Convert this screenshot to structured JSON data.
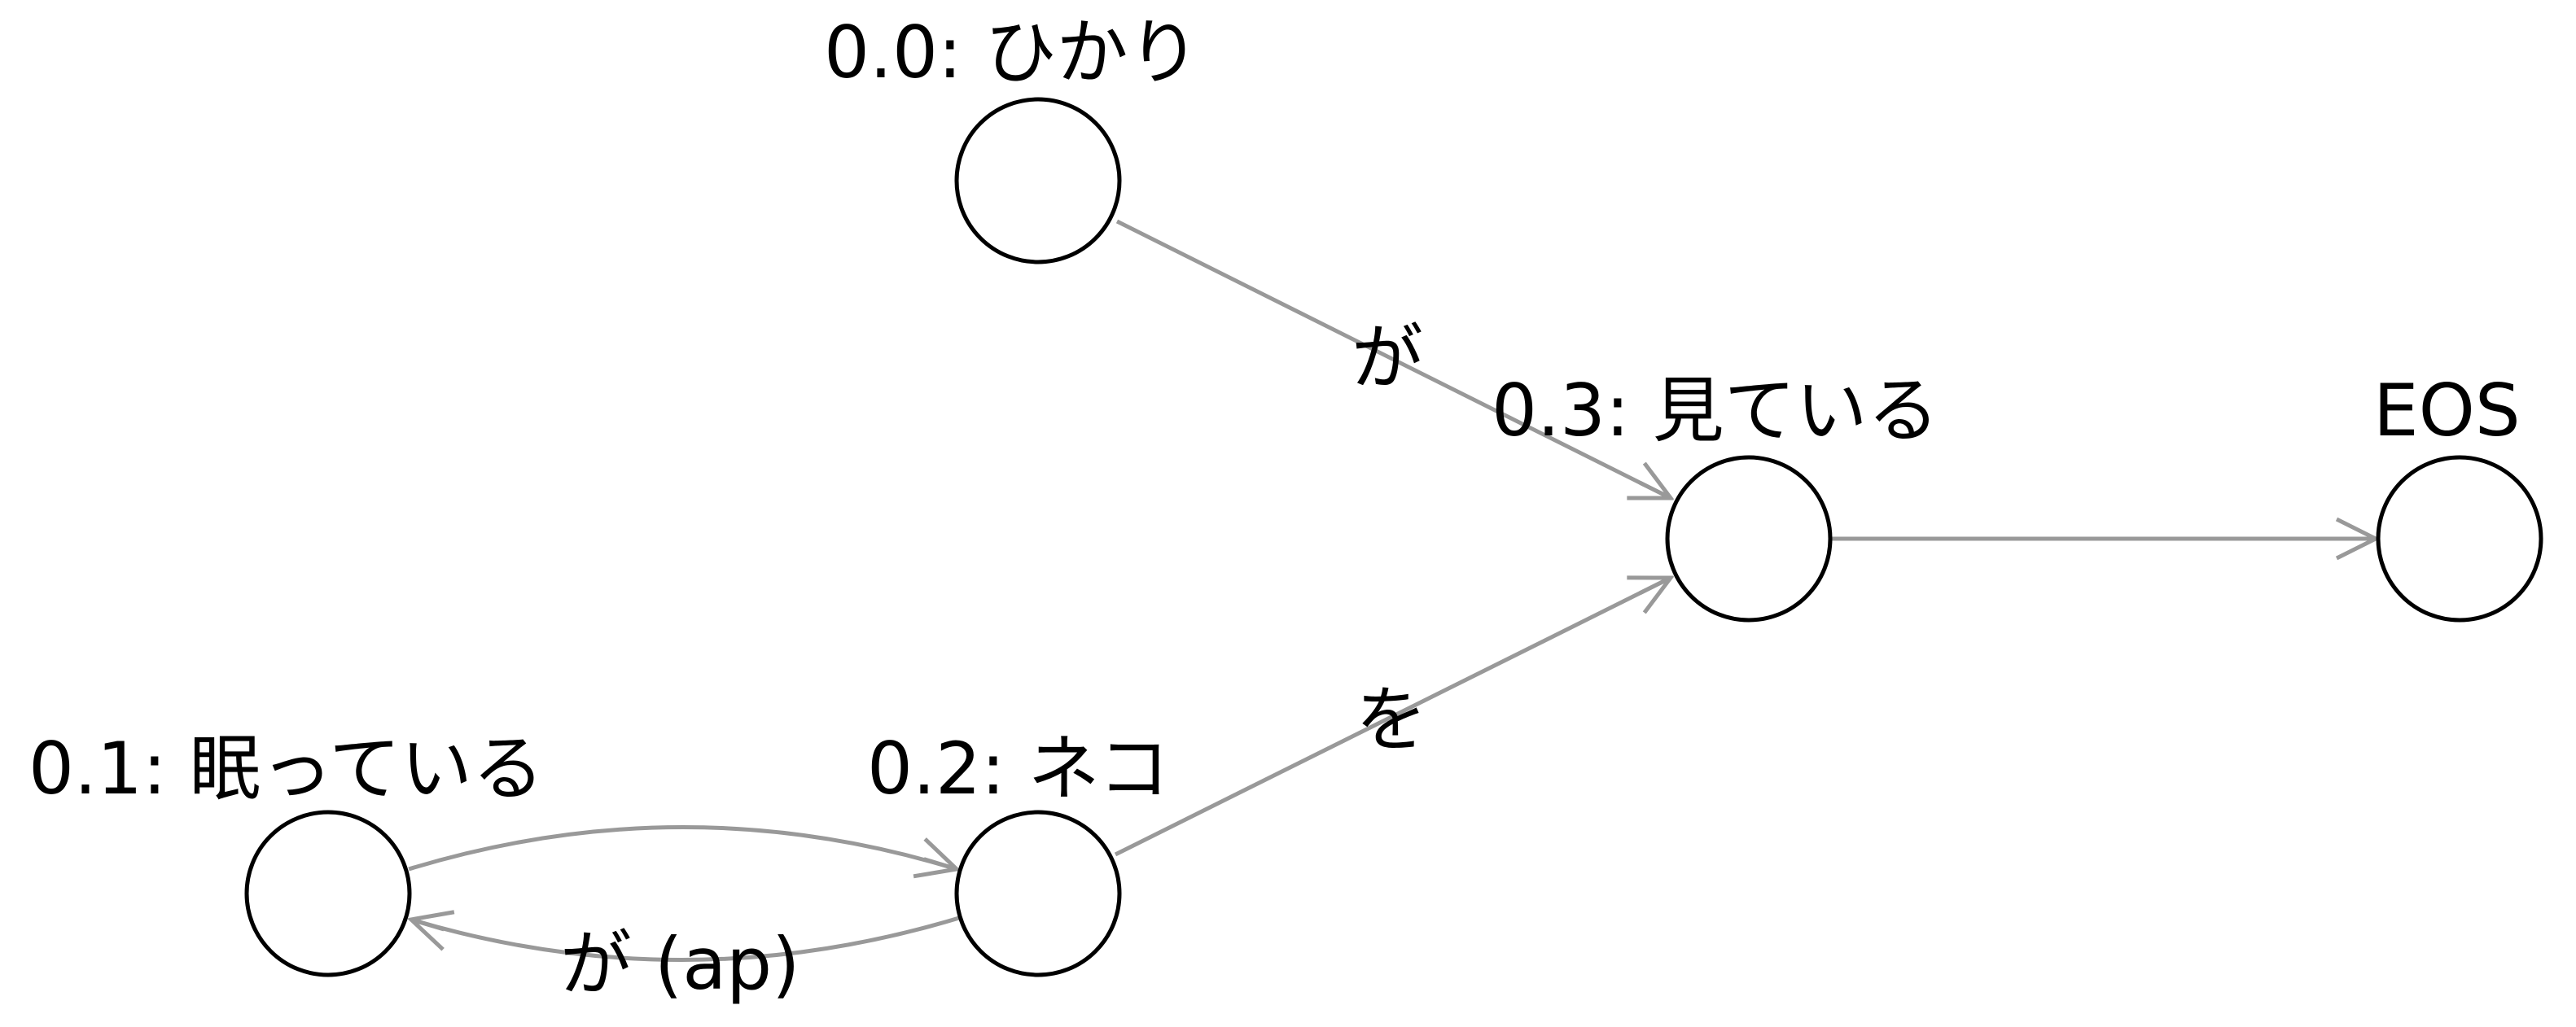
{
  "graph": {
    "nodes": [
      {
        "id": "n00",
        "label": "0.0: ひかり"
      },
      {
        "id": "n01",
        "label": "0.1: 眠っている"
      },
      {
        "id": "n02",
        "label": "0.2: ネコ"
      },
      {
        "id": "n03",
        "label": "0.3: 見ている"
      },
      {
        "id": "eos",
        "label": "EOS"
      }
    ],
    "edges": [
      {
        "id": "e00_03",
        "from": "0.0",
        "to": "0.3",
        "label": "が"
      },
      {
        "id": "e02_03",
        "from": "0.2",
        "to": "0.3",
        "label": "を"
      },
      {
        "id": "e01_02",
        "from": "0.1",
        "to": "0.2",
        "label": ""
      },
      {
        "id": "e02_01",
        "from": "0.2",
        "to": "0.1",
        "label": "が (ap)"
      },
      {
        "id": "e03_eos",
        "from": "0.3",
        "to": "EOS",
        "label": ""
      }
    ],
    "colors": {
      "edge": "#999999",
      "node_stroke": "#000000",
      "text": "#000000"
    }
  }
}
